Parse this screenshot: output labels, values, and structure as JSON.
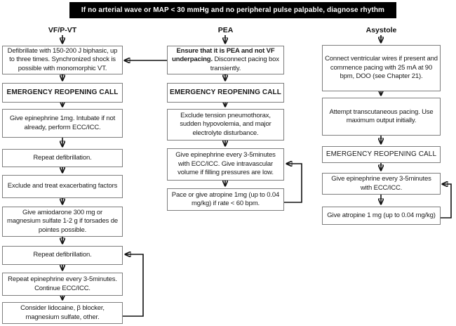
{
  "header": {
    "text": "If no arterial wave or MAP < 30 mmHg and no peripheral pulse palpable, diagnose rhythm"
  },
  "colors": {
    "header_bg": "#000000",
    "header_text": "#ffffff",
    "box_border": "#7d7d7d",
    "box_bg": "#ffffff",
    "text": "#1a1a1a",
    "arrow": "#111111"
  },
  "columns": [
    {
      "label": "VF/P-VT",
      "boxes": [
        {
          "text": "Defibrillate with 150-200 J biphasic, up to three times. Synchronized shock is possible with monomorphic VT."
        },
        {
          "text": "EMERGENCY REOPENING CALL"
        },
        {
          "text": "Give epinephrine 1mg. Intubate if not already, perform ECC/ICC."
        },
        {
          "text": "Repeat defibrillation."
        },
        {
          "text": "Exclude and treat exacerbating factors"
        },
        {
          "text": "Give amiodarone 300 mg or magnesium sulfate 1-2 g if torsades de pointes possible."
        },
        {
          "text": "Repeat defibrillation."
        },
        {
          "text": "Repeat epinephrine every 3-5minutes. Continue ECC/ICC."
        },
        {
          "text": "Consider lidocaine, β blocker, magnesium sulfate, other."
        }
      ]
    },
    {
      "label": "PEA",
      "boxes": [
        {
          "bold_text": "Ensure that it is PEA and not VF underpacing.",
          "text": " Disconnect pacing box transiently."
        },
        {
          "text": "EMERGENCY REOPENING CALL"
        },
        {
          "text": "Exclude tension pneumothorax, sudden hypovolemia, and major electrolyte disturbance."
        },
        {
          "text": "Give epinephrine every 3-5minutes with ECC/ICC. Give intravascular volume if filling pressures are low."
        },
        {
          "text": "Pace or give atropine 1mg (up to 0.04 mg/kg) if rate < 60 bpm."
        }
      ]
    },
    {
      "label": "Asystole",
      "boxes": [
        {
          "text": "Connect ventricular wires if present and commence pacing with 25 mA at 90 bpm, DOO (see Chapter 21)."
        },
        {
          "text": "Attempt transcutaneous pacing. Use maximum output initially."
        },
        {
          "text": "EMERGENCY REOPENING CALL"
        },
        {
          "text": "Give epinephrine every 3-5minutes with ECC/ICC."
        },
        {
          "text": "Give atropine 1 mg (up to 0.04 mg/kg)"
        }
      ]
    }
  ]
}
